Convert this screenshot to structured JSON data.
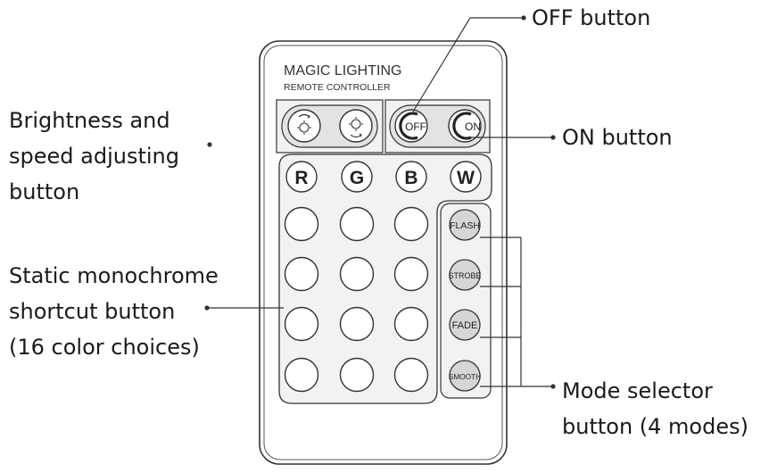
{
  "remote": {
    "title": "MAGIC LIGHTING",
    "subtitle": "REMOTE CONTROLLER",
    "on_off": {
      "off_label": "OFF",
      "on_label": "ON"
    },
    "rgbw": [
      "R",
      "G",
      "B",
      "W"
    ],
    "modes": [
      "FLASH",
      "STROBE",
      "FADE",
      "SMOOTH"
    ],
    "color_button_grid": {
      "rows": 4,
      "cols": 3
    }
  },
  "callouts": {
    "off": "OFF button",
    "on": "ON button",
    "brightness": [
      "Brightness and",
      "speed adjusting",
      "button"
    ],
    "static": [
      "Static monochrome",
      "shortcut button",
      "(16 color choices)"
    ],
    "mode": [
      "Mode selector",
      "button (4 modes)"
    ]
  },
  "colors": {
    "line": "#333333",
    "panel_fill": "#e6e6e6",
    "mode_fill": "#d6d6d6"
  }
}
